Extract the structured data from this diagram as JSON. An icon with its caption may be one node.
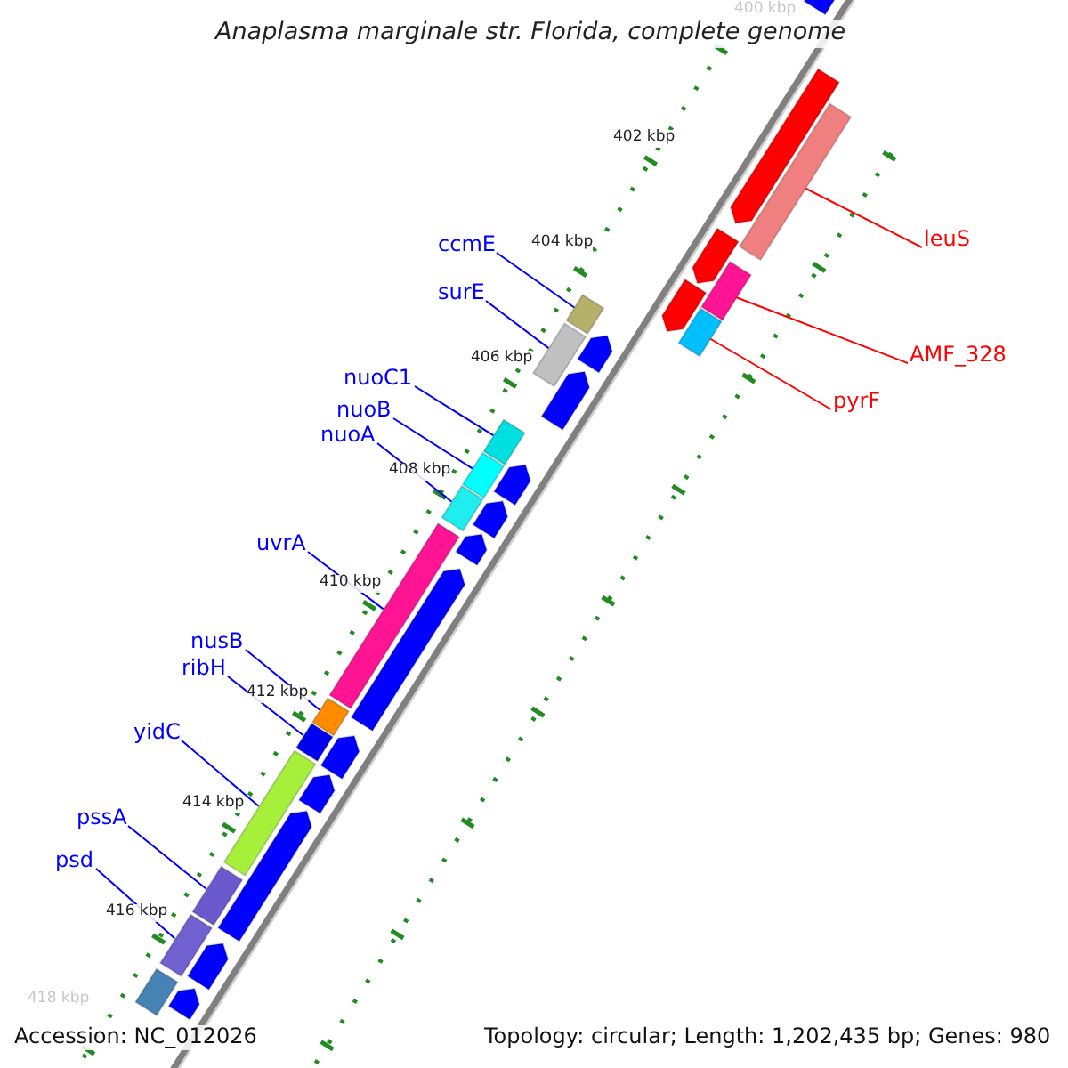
{
  "diagram": {
    "title": "Anaplasma marginale str. Florida, complete genome",
    "nodes": [
      {
        "text": [
          "ccmE"
        ]
      },
      {
        "text": [
          "surE"
        ]
      },
      {
        "text": [
          "nuoC1"
        ]
      },
      {
        "text": [
          "nuoB"
        ]
      },
      {
        "text": [
          "nuoA"
        ]
      },
      {
        "text": [
          "uvrA"
        ]
      },
      {
        "text": [
          "nusB"
        ]
      },
      {
        "text": [
          "ribH"
        ]
      },
      {
        "text": [
          "yidC"
        ]
      },
      {
        "text": [
          "pssA"
        ]
      },
      {
        "text": [
          "psd"
        ]
      },
      {
        "text": [
          "leuS"
        ]
      },
      {
        "text": [
          "AMF_328"
        ]
      },
      {
        "text": [
          "pyrF"
        ]
      },
      {
        "text": [],
        "shape": "bar"
      },
      {
        "text": [],
        "shape": "bar"
      },
      {
        "text": [],
        "shape": "bar"
      },
      {
        "text": [],
        "shape": "bar"
      },
      {
        "text": [],
        "shape": "bar"
      },
      {
        "text": [],
        "shape": "bar"
      },
      {
        "text": [],
        "shape": "bar"
      },
      {
        "text": [],
        "shape": "bar"
      },
      {
        "text": [],
        "shape": "bar"
      },
      {
        "text": [],
        "shape": "bar"
      },
      {
        "text": [],
        "shape": "bar"
      },
      {
        "text": [],
        "shape": "bar"
      },
      {
        "text": [],
        "shape": "bar"
      },
      {
        "text": [],
        "shape": "bar"
      },
      {
        "text": [],
        "shape": "arrow"
      },
      {
        "text": [],
        "shape": "arrow"
      },
      {
        "text": [],
        "shape": "arrow"
      },
      {
        "text": [],
        "shape": "arrow"
      },
      {
        "text": [],
        "shape": "arrow"
      },
      {
        "text": [],
        "shape": "arrow"
      },
      {
        "text": [],
        "shape": "arrow"
      },
      {
        "text": [],
        "shape": "arrow"
      },
      {
        "text": [],
        "shape": "arrow"
      },
      {
        "text": [],
        "shape": "arrow"
      },
      {
        "text": [],
        "shape": "arrow"
      },
      {
        "text": [],
        "shape": "arrow"
      },
      {
        "text": [],
        "shape": "bar"
      },
      {
        "text": [],
        "shape": "arrow"
      },
      {
        "text": [],
        "shape": "arrow"
      },
      {
        "text": [],
        "shape": "arrow"
      }
    ],
    "edges": [
      {
        "from": 0,
        "to": 14,
        "arrow": "none"
      },
      {
        "from": 1,
        "to": 15,
        "arrow": "none"
      },
      {
        "from": 2,
        "to": 16,
        "arrow": "none"
      },
      {
        "from": 3,
        "to": 17,
        "arrow": "none"
      },
      {
        "from": 4,
        "to": 18,
        "arrow": "none"
      },
      {
        "from": 5,
        "to": 19,
        "arrow": "none"
      },
      {
        "from": 6,
        "to": 20,
        "arrow": "none"
      },
      {
        "from": 7,
        "to": 21,
        "arrow": "none"
      },
      {
        "from": 8,
        "to": 22,
        "arrow": "none"
      },
      {
        "from": 9,
        "to": 23,
        "arrow": "none"
      },
      {
        "from": 10,
        "to": 24,
        "arrow": "none"
      },
      {
        "from": 11,
        "to": 25,
        "arrow": "none",
        "color": "#ff0000"
      },
      {
        "from": 12,
        "to": 26,
        "arrow": "none",
        "color": "#ff0000"
      },
      {
        "from": 13,
        "to": 27,
        "arrow": "none",
        "color": "#ff0000"
      }
    ],
    "labels": [
      "400 kbp",
      "402 kbp",
      "404 kbp",
      "406 kbp",
      "408 kbp",
      "410 kbp",
      "412 kbp",
      "414 kbp",
      "416 kbp",
      "418 kbp",
      "Accession: NC_012026",
      "Topology: circular; Length: 1,202,435 bp; Genes: 980"
    ]
  }
}
